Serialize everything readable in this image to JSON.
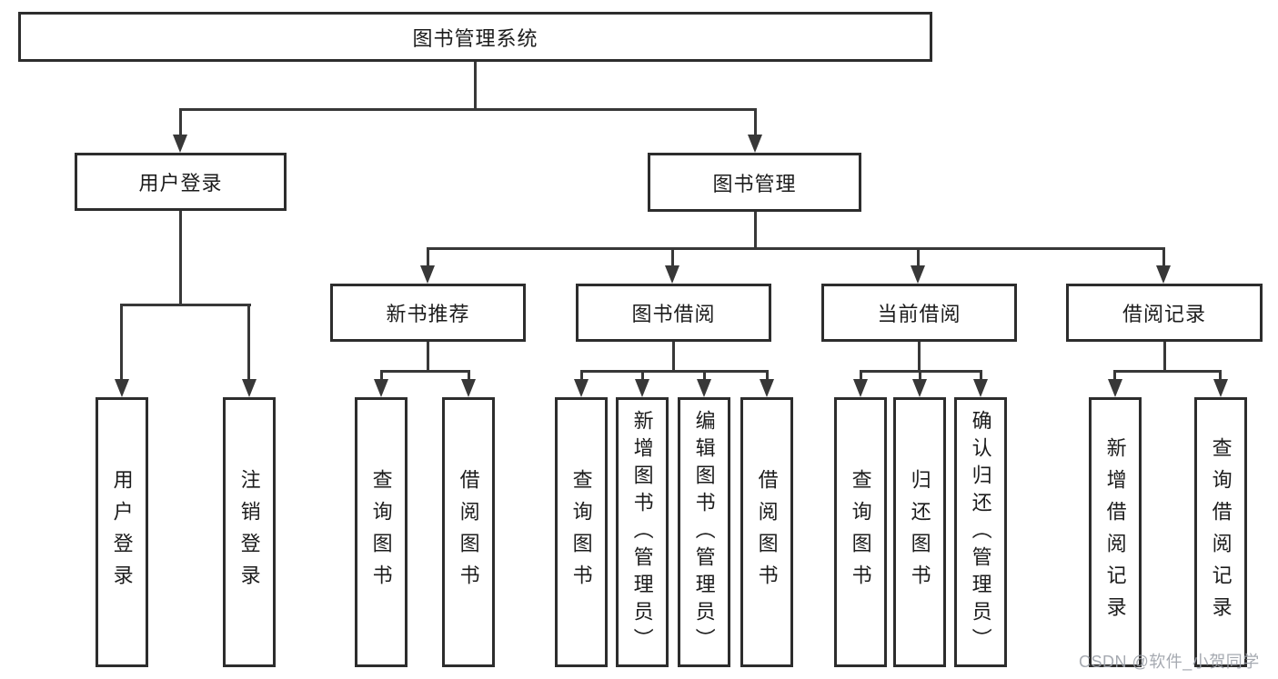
{
  "tree": {
    "root": "图书管理系统",
    "branches": [
      {
        "label": "用户登录",
        "children": [
          "用户登录",
          "注销登录"
        ]
      },
      {
        "label": "图书管理",
        "groups": [
          {
            "label": "新书推荐",
            "children": [
              "查询图书",
              "借阅图书"
            ]
          },
          {
            "label": "图书借阅",
            "children": [
              "查询图书",
              "新增图书（管理员）",
              "编辑图书（管理员）",
              "借阅图书"
            ]
          },
          {
            "label": "当前借阅",
            "children": [
              "查询图书",
              "归还图书",
              "确认归还（管理员）"
            ]
          },
          {
            "label": "借阅记录",
            "children": [
              "新增借阅记录",
              "查询借阅记录"
            ]
          }
        ]
      }
    ]
  },
  "watermark": "CSDN @软件_小贺同学",
  "colors": {
    "line": "#383838",
    "border": "#2d2d2d",
    "text": "#1c1c1c",
    "watermark": "#9ca1a8",
    "background": "#ffffff"
  }
}
